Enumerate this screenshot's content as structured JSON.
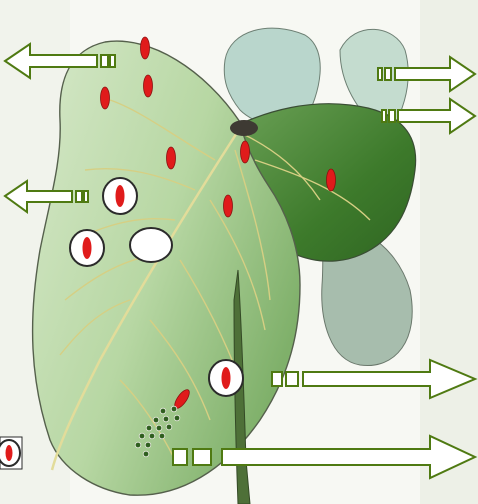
{
  "figure": {
    "kind": "botanical leaf illustration with lesion markers and pointer arrows",
    "colors": {
      "paper": "#f3f4ef",
      "leaf_light": "#cfe3c2",
      "leaf_mid": "#a9cf95",
      "leaf_dark": "#3f7a2e",
      "leaf_edge": "#5f6b52",
      "vein": "#d9d48a",
      "stem": "#4b6e36",
      "arrow_fill": "#ffffff",
      "arrow_stroke": "#4f7a12",
      "lesion_red": "#e01b1b",
      "lesion_stroke": "#2b2b2b",
      "dot_green": "#2f5f1f"
    },
    "icons": {
      "lesion_spot": "red-ellipse",
      "lesion_ring": "ringed-red-ellipse",
      "blank_ring": "white-ellipse",
      "arrow_left": "hollow-arrow-left",
      "arrow_right": "hollow-arrow-right",
      "small_dots": "dark-green-dot-cluster"
    },
    "counts": {
      "red_spots": 8,
      "ringed_spots": 4,
      "arrows": 6,
      "dots": 14
    }
  }
}
